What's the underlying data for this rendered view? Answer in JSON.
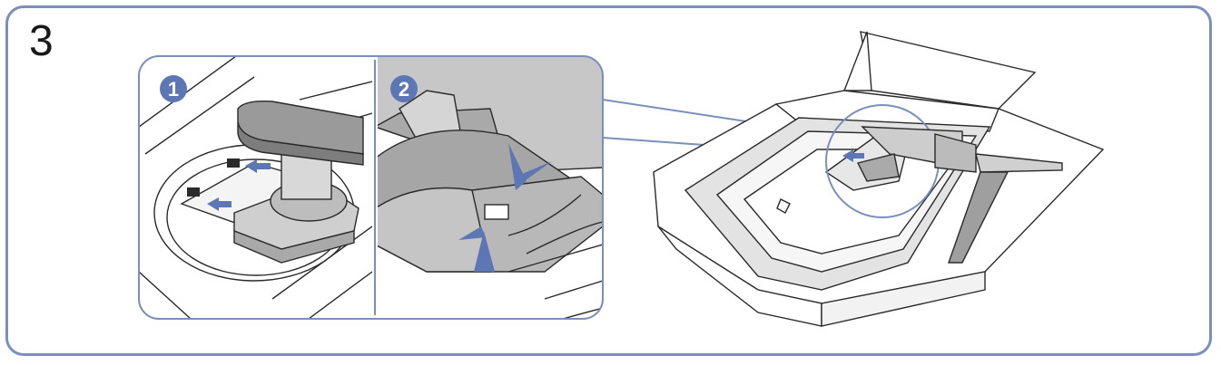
{
  "step": {
    "number": "3"
  },
  "callouts": [
    {
      "label": "1"
    },
    {
      "label": "2"
    }
  ],
  "colors": {
    "frame": "#7b8fbc",
    "badge": "#5d76b4",
    "arrow": "#5d76b4",
    "line": "#2a2a2a",
    "gray": "#c9c9c9"
  }
}
